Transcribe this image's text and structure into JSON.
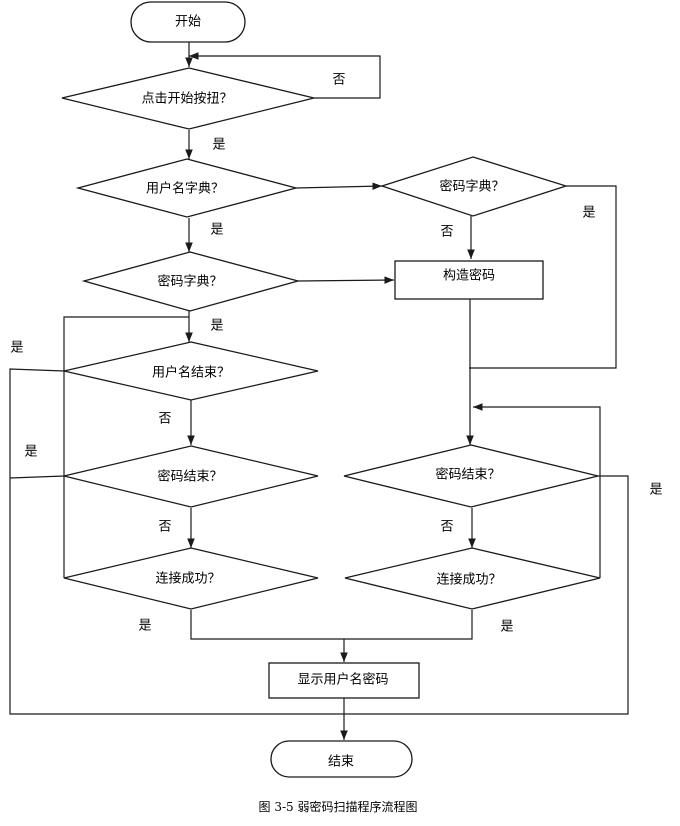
{
  "nodes": {
    "start": "开始",
    "click_start": "点击开始按扭？",
    "user_dict": "用户名字典？",
    "pwd_dict_right": "密码字典？",
    "pwd_dict_left": "密码字典？",
    "construct_pwd": "构造密码",
    "user_end": "用户名结束？",
    "pwd_end_left": "密码结束？",
    "connect_left": "连接成功？",
    "pwd_end_right": "密码结束？",
    "connect_right": "连接成功？",
    "show_user_pwd": "显示用户名密码",
    "end": "结束"
  },
  "edge_labels": {
    "click_no": "否",
    "click_yes": "是",
    "user_dict_yes": "是",
    "pwd_dict_right_no": "否",
    "pwd_dict_right_yes": "是",
    "pwd_dict_left_yes": "是",
    "user_end_yes": "是",
    "user_end_no": "否",
    "pwd_end_left_yes": "是",
    "pwd_end_left_no": "否",
    "connect_left_yes": "是",
    "pwd_end_right_no": "否",
    "pwd_end_right_yes": "是",
    "connect_right_yes": "是"
  },
  "caption": "图 3-5  弱密码扫描程序流程图"
}
